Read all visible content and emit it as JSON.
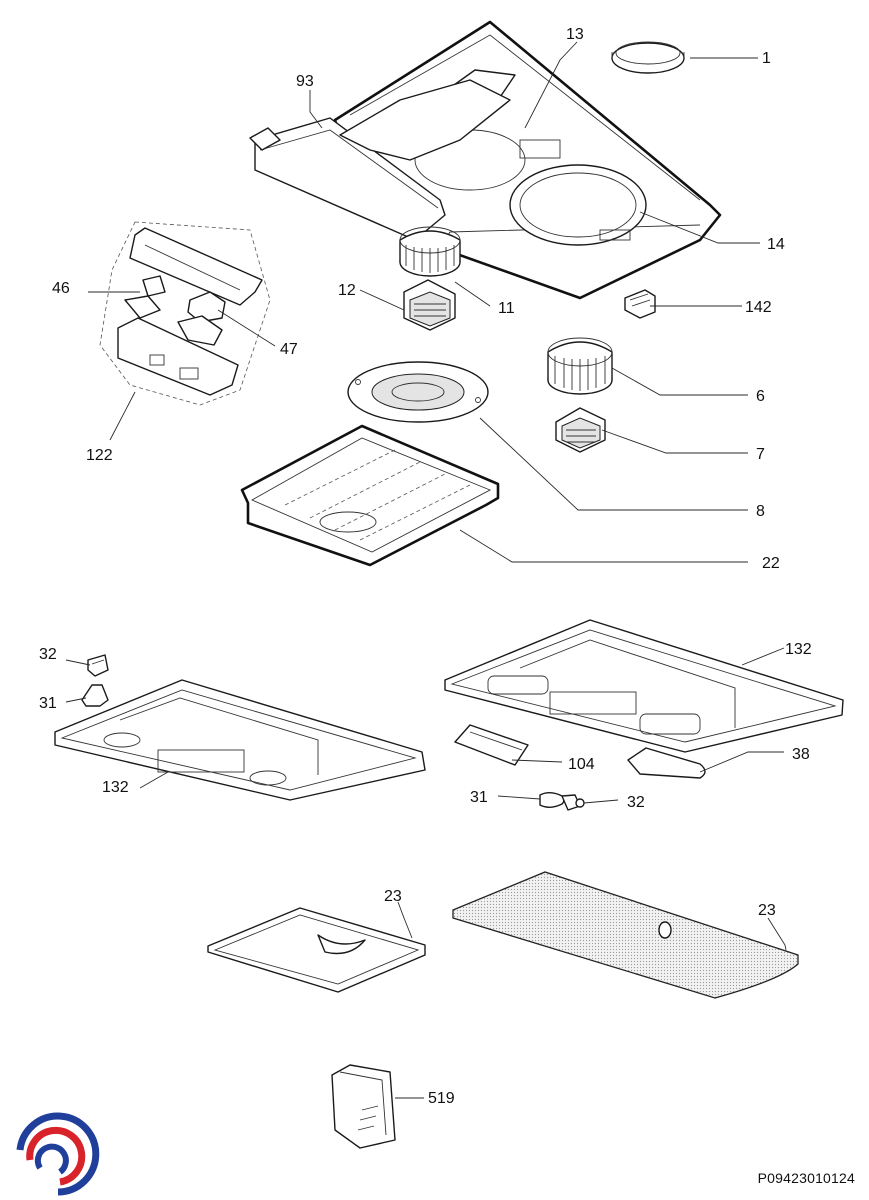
{
  "callouts": {
    "p1": "1",
    "p13": "13",
    "p93": "93",
    "p14": "14",
    "p11": "11",
    "p12": "12",
    "p142": "142",
    "p46": "46",
    "p47": "47",
    "p122": "122",
    "p6": "6",
    "p7": "7",
    "p8": "8",
    "p22": "22",
    "p32a": "32",
    "p31a": "31",
    "p132a": "132",
    "p132b": "132",
    "p104": "104",
    "p38": "38",
    "p31b": "31",
    "p32b": "32",
    "p23a": "23",
    "p23b": "23",
    "p519": "519"
  },
  "document_number": "P09423010124",
  "colors": {
    "logo_blue": "#1f3f9a",
    "logo_red": "#d8232a",
    "line": "#1a1a1a"
  }
}
